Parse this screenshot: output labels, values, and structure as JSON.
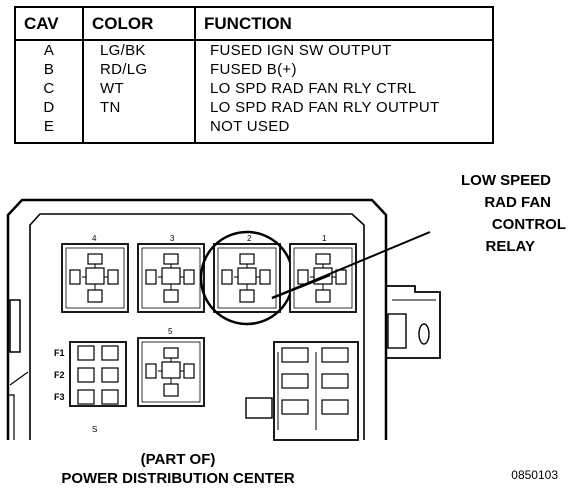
{
  "table": {
    "headers": {
      "cav": "CAV",
      "color": "COLOR",
      "function": "FUNCTION"
    },
    "rows": [
      {
        "cav": "A",
        "color": "LG/BK",
        "function": "FUSED IGN SW OUTPUT"
      },
      {
        "cav": "B",
        "color": "RD/LG",
        "function": "FUSED B(+)"
      },
      {
        "cav": "C",
        "color": "WT",
        "function": "LO SPD RAD FAN RLY CTRL"
      },
      {
        "cav": "D",
        "color": "TN",
        "function": "LO SPD RAD FAN RLY OUTPUT"
      },
      {
        "cav": "E",
        "color": "",
        "function": "NOT USED"
      }
    ]
  },
  "callout": {
    "line1": "LOW SPEED",
    "line2": "RAD FAN",
    "line3": "CONTROL",
    "line4": "RELAY"
  },
  "relays": {
    "r4": "4",
    "r3": "3",
    "r2": "2",
    "r1": "1",
    "r5": "5"
  },
  "fuses": {
    "f1": "F1",
    "f2": "F2",
    "f3": "F3",
    "s": "S"
  },
  "caption": {
    "line1": "(PART OF)",
    "line2": "POWER DISTRIBUTION CENTER"
  },
  "figure_id": "0850103"
}
